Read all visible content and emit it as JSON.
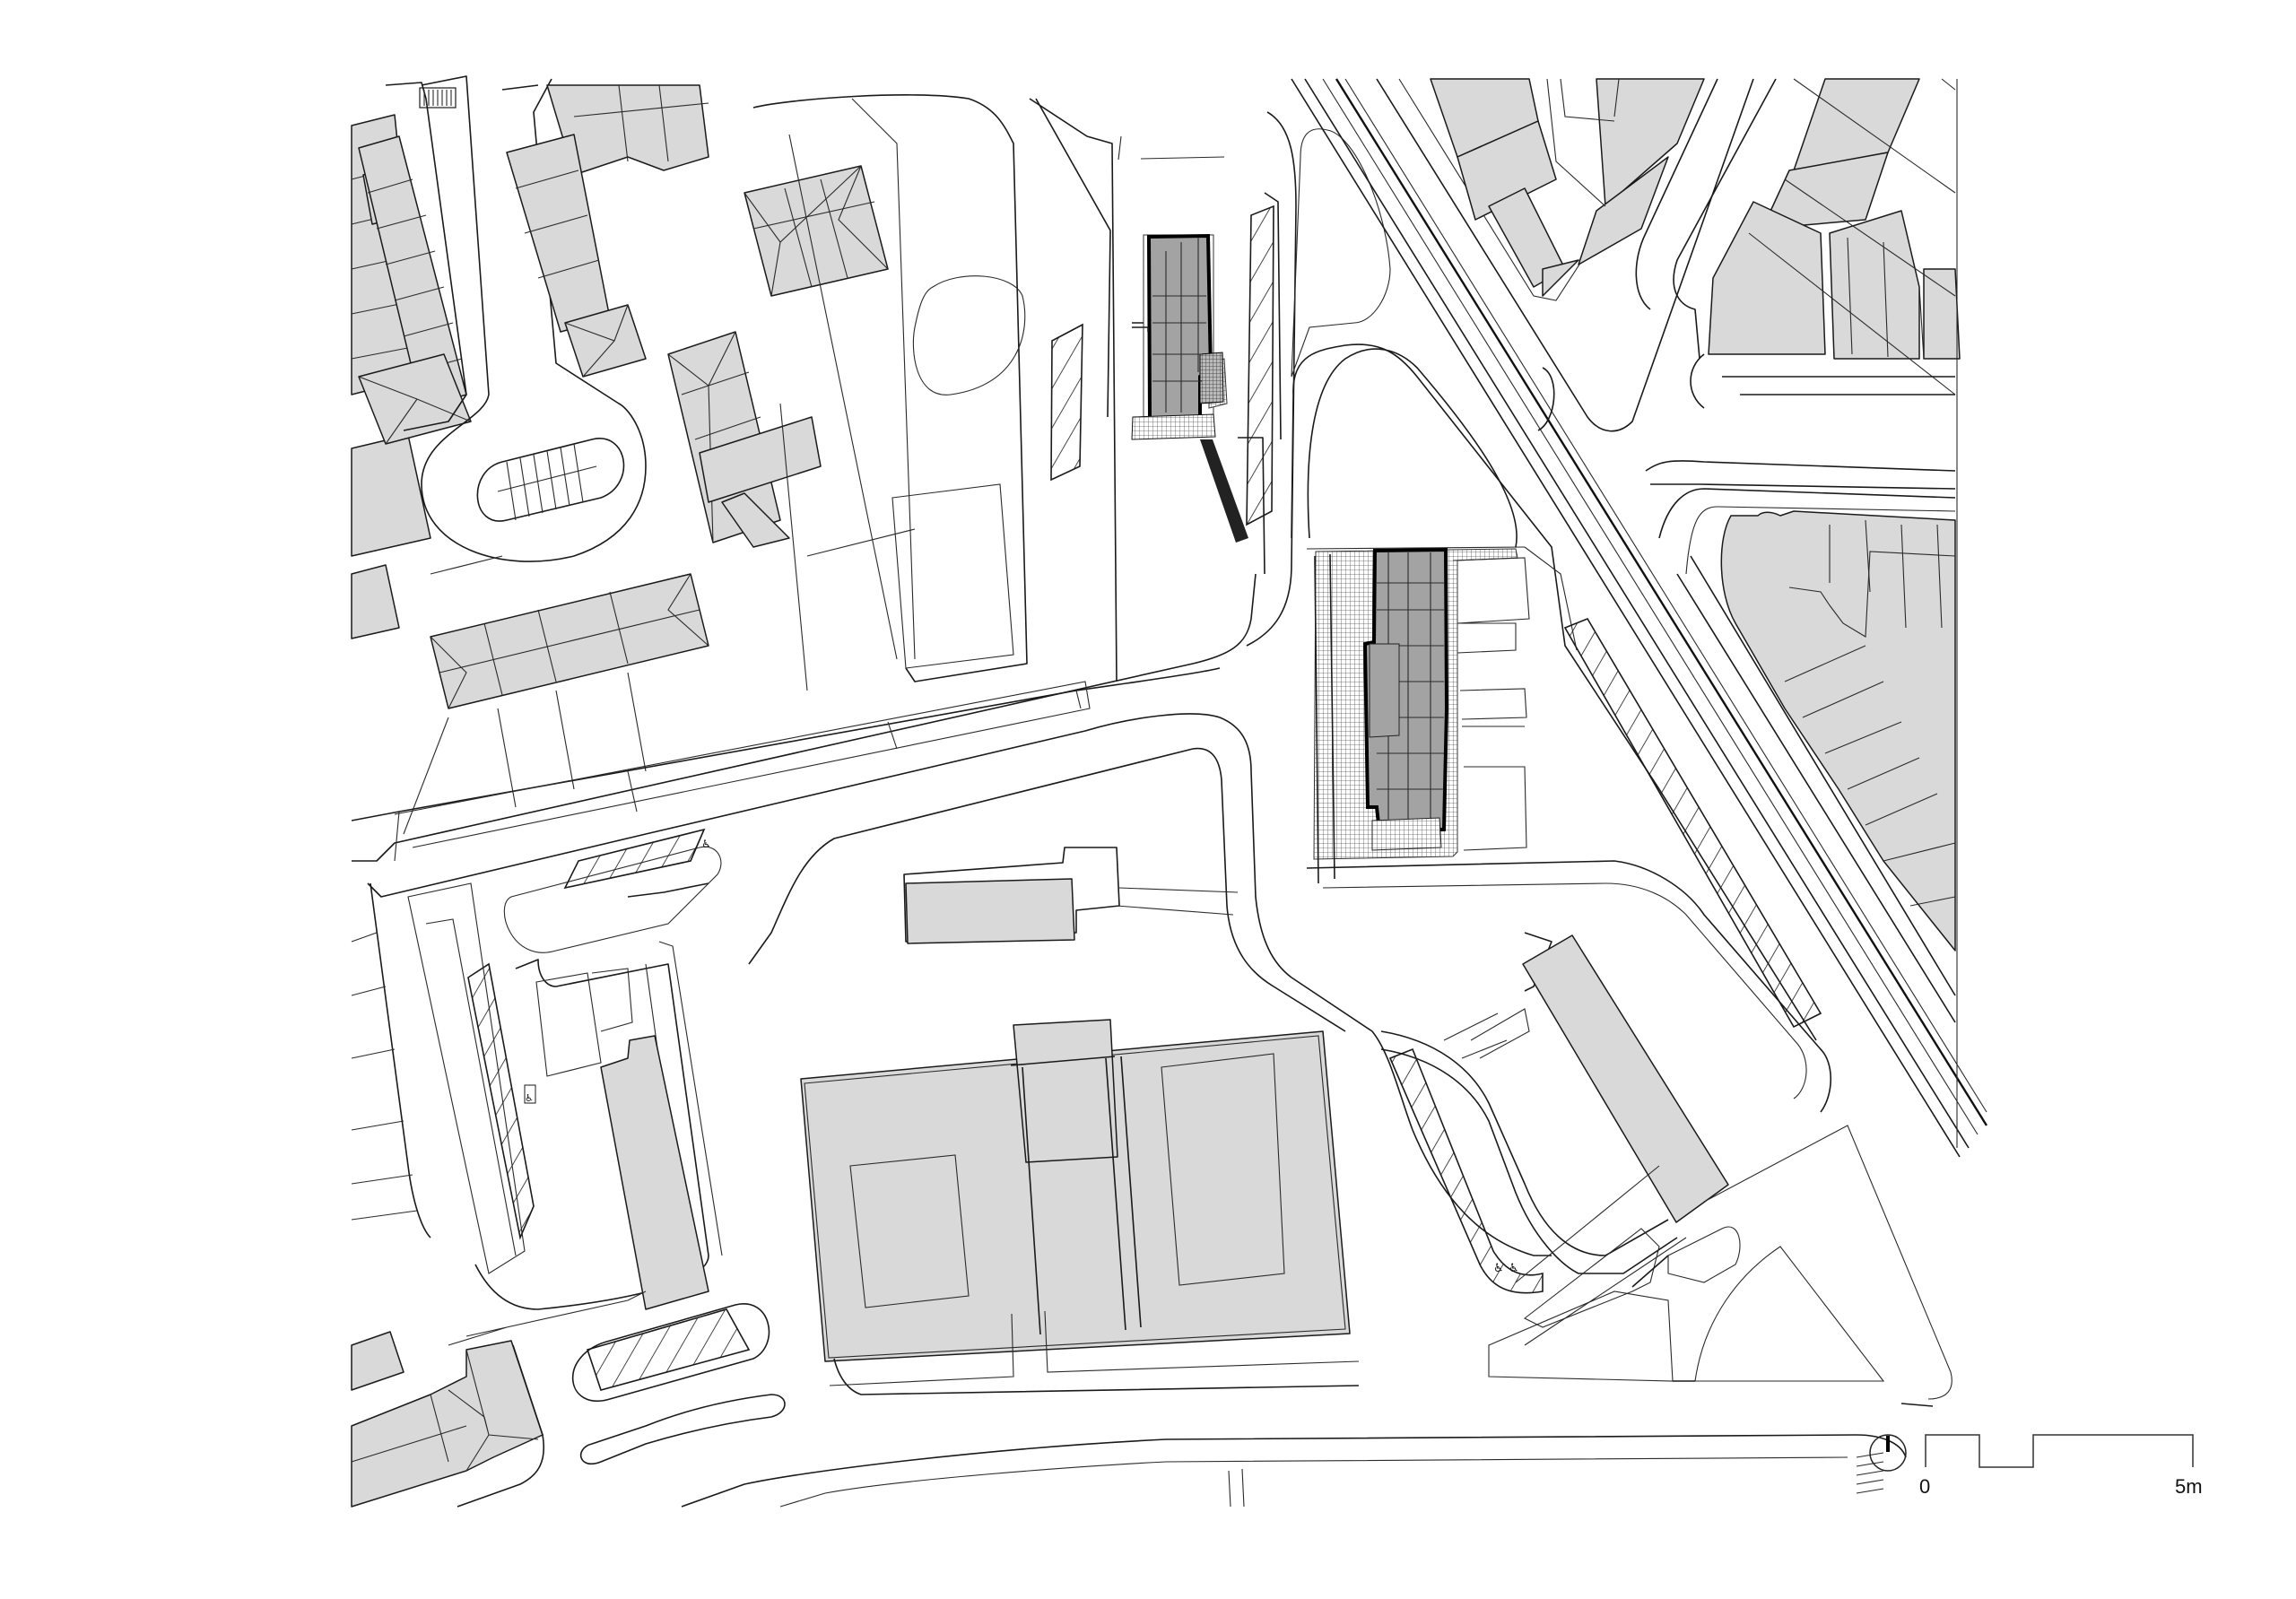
{
  "drawing": {
    "type": "site-plan",
    "background": "#ffffff",
    "line_color": "#1a1a1a",
    "building_fill": "#d9d9d9",
    "project_building_fill": "#a3a3a3"
  },
  "scale_bar": {
    "start_label": "0",
    "end_label": "5m"
  },
  "north_arrow": {
    "icon": "north-arrow-icon"
  },
  "legend_symbols": {
    "accessible_parking": "wheelchair-icon",
    "parking_hatch": "diagonal-hatch"
  },
  "features": {
    "project_buildings": 2,
    "sports_halls": 1,
    "railway_corridor": 1
  }
}
